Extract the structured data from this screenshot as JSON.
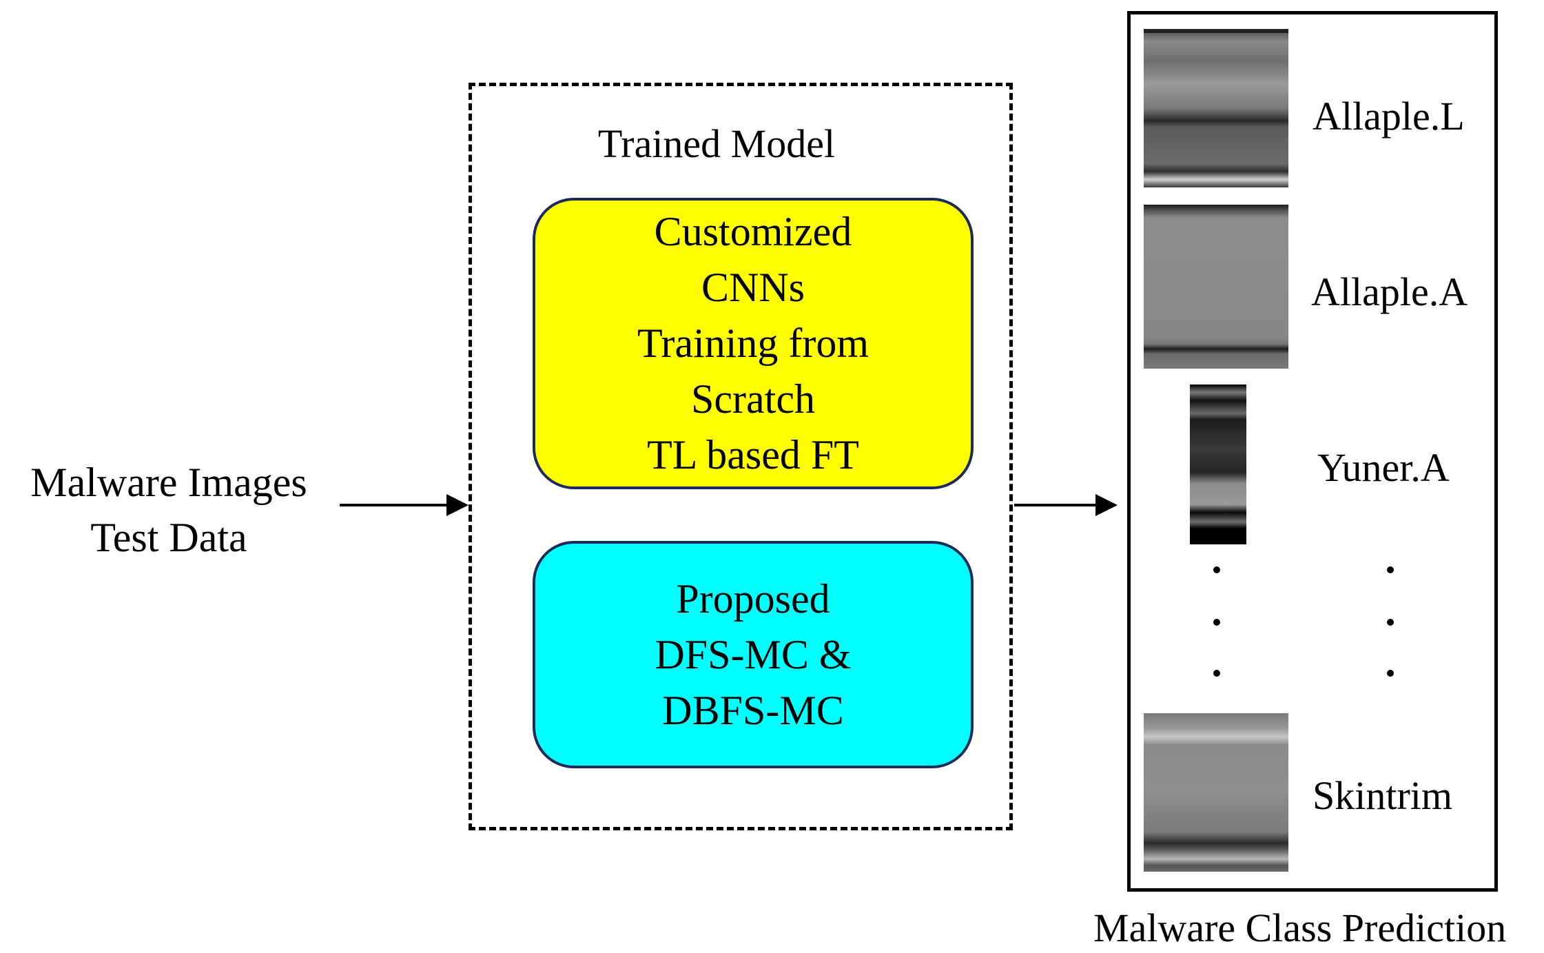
{
  "input": {
    "line1": "Malware Images",
    "line2": "Test Data"
  },
  "model": {
    "title": "Trained Model",
    "yellow_box": {
      "lines": [
        "Customized",
        "CNNs",
        "Training from",
        "Scratch",
        "TL based FT"
      ],
      "color": "#ffff00"
    },
    "cyan_box": {
      "lines": [
        "Proposed",
        "DFS-MC &",
        "DBFS-MC"
      ],
      "color": "#00ffff"
    }
  },
  "prediction": {
    "title": "Malware Class Prediction",
    "classes": [
      {
        "label": "Allaple.L",
        "thumbnail": "grayscale-malware-image"
      },
      {
        "label": "Allaple.A",
        "thumbnail": "grayscale-malware-image"
      },
      {
        "label": "Yuner.A",
        "thumbnail": "grayscale-malware-image"
      },
      {
        "label": "Skintrim",
        "thumbnail": "grayscale-malware-image"
      }
    ]
  }
}
